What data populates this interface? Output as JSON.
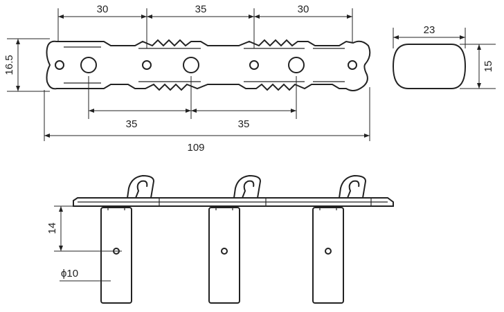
{
  "top_view": {
    "dimensions": {
      "spacing_top_1": "30",
      "spacing_top_2": "35",
      "spacing_top_3": "30",
      "plate_height": "16.5",
      "spacing_bottom_1": "35",
      "spacing_bottom_2": "35",
      "overall_length": "109"
    }
  },
  "button_view": {
    "dimensions": {
      "width": "23",
      "height": "15"
    }
  },
  "side_view": {
    "dimensions": {
      "depth": "14",
      "diameter": "ϕ10"
    }
  }
}
